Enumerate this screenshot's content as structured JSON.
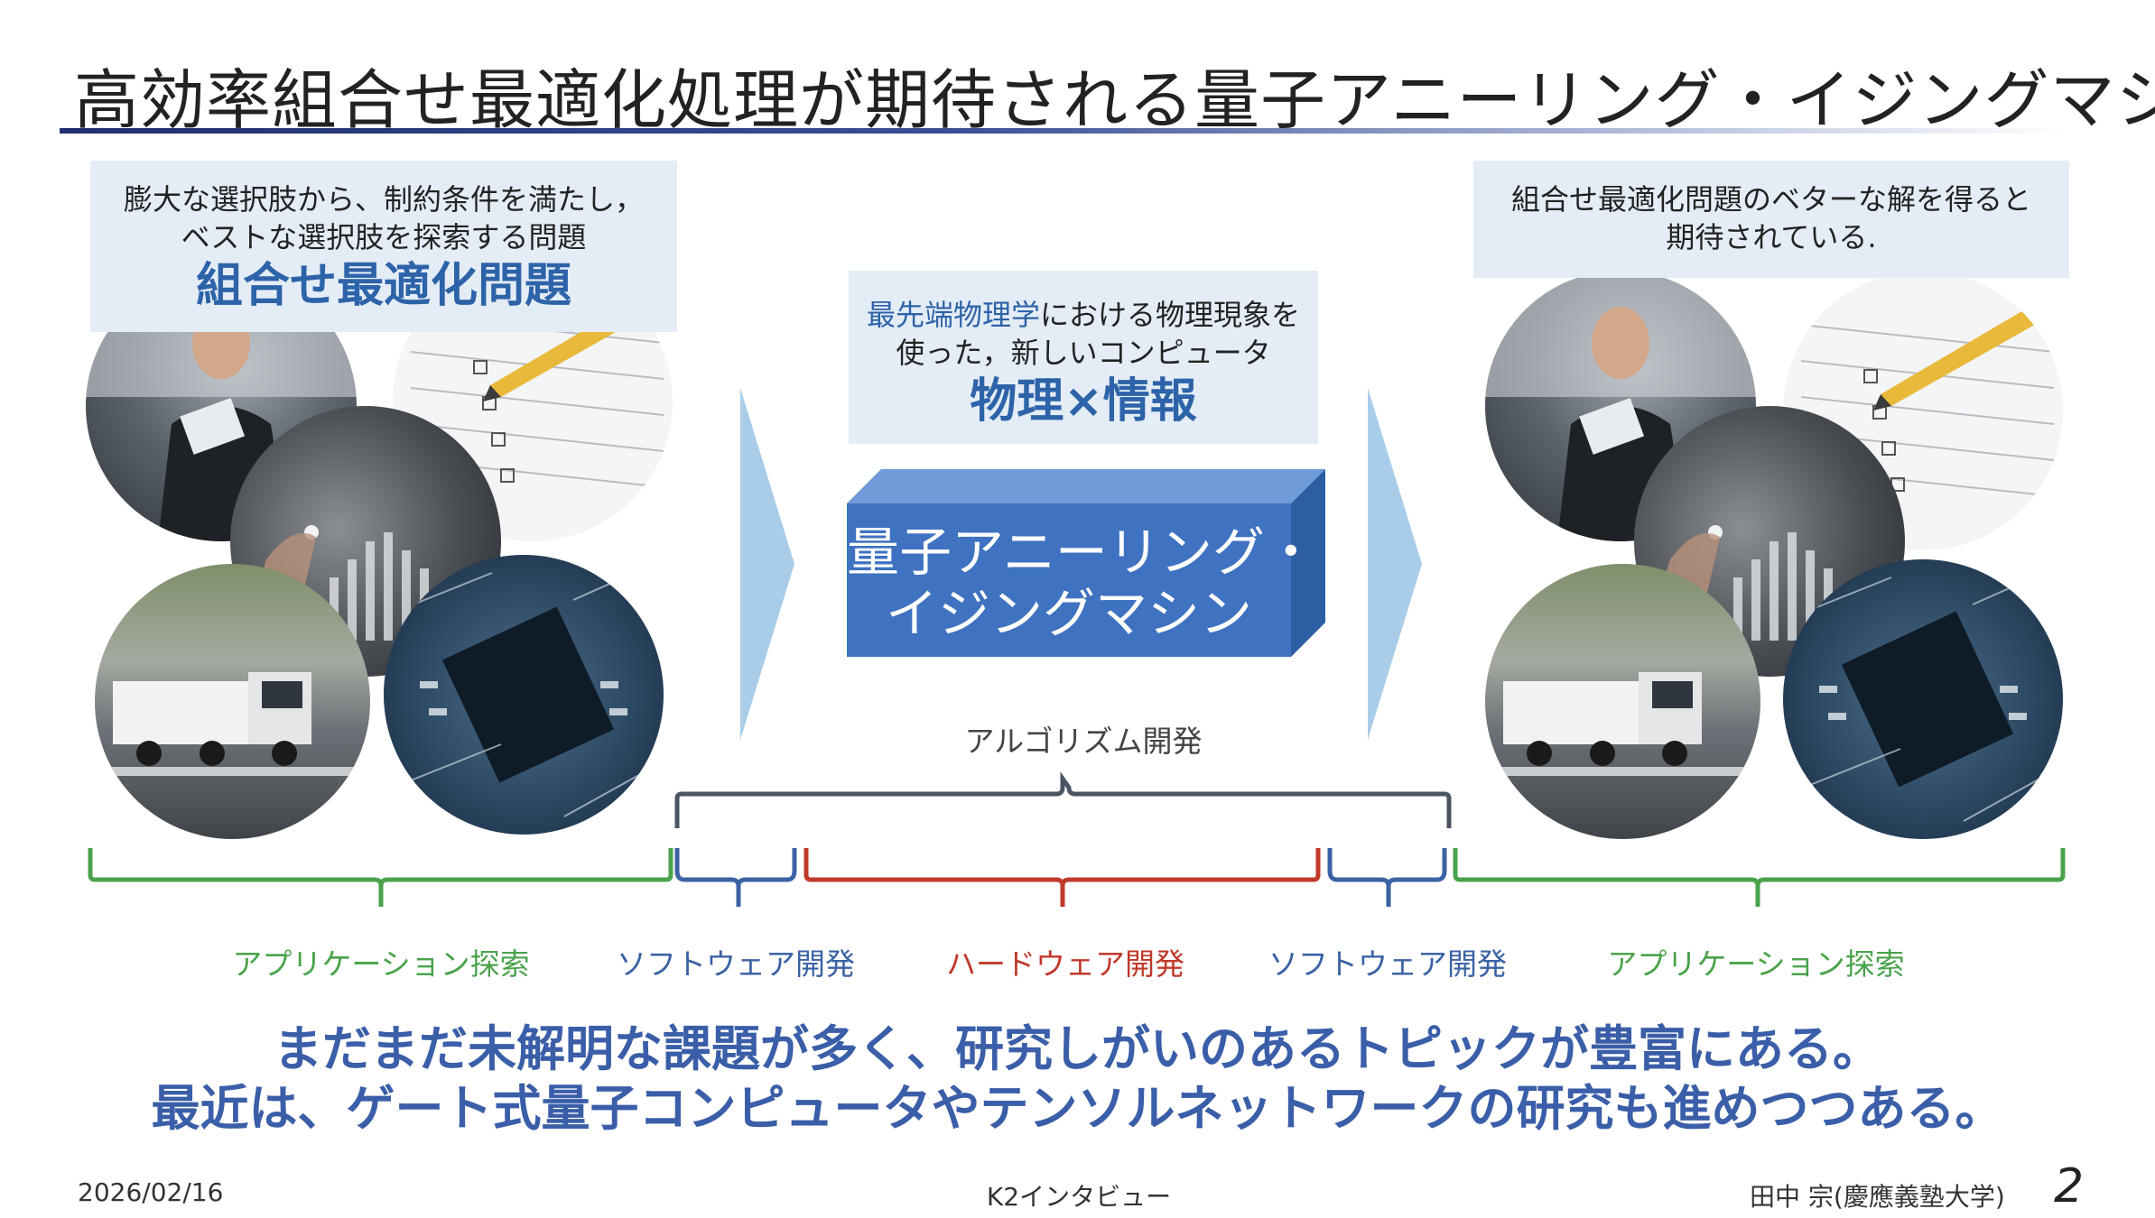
{
  "title": "高効率組合せ最適化処理が期待される量子アニーリング・イジングマシン",
  "left_panel": {
    "line1": "膨大な選択肢から、制約条件を満たし，",
    "line2": "ベストな選択肢を探索する問題",
    "big": "組合せ最適化問題"
  },
  "center_panel": {
    "line1_highlight": "最先端物理学",
    "line1_rest": "における物理現象を",
    "line2": "使った，新しいコンピュータ",
    "big": "物理×情報"
  },
  "right_panel": {
    "line1": "組合せ最適化問題のベターな解を得ると",
    "line2": "期待されている."
  },
  "machine_box": {
    "line1": "量子アニーリング・",
    "line2": "イジングマシン"
  },
  "algorithm_label": "アルゴリズム開発",
  "brace_labels": {
    "app_left": "アプリケーション探索",
    "soft_left": "ソフトウェア開発",
    "hard": "ハードウェア開発",
    "soft_right": "ソフトウェア開発",
    "app_right": "アプリケーション探索"
  },
  "message": {
    "line1": "まだまだ未解明な課題が多く、研究しがいのあるトピックが豊富にある。",
    "line2": "最近は、ゲート式量子コンピュータやテンソルネットワークの研究も進めつつある。"
  },
  "footer": {
    "date": "2026/02/16",
    "center": "K2インタビュー",
    "author": "田中 宗(慶應義塾大学)",
    "page": "2"
  },
  "colors": {
    "accent_blue": "#2d63a8",
    "brace_green": "#4aa34c",
    "brace_blue": "#3b62a4",
    "brace_red": "#c0392b",
    "brace_gray": "#4a5563",
    "panel_bg": "#e4ecf6",
    "box_front": "#3f72c0"
  }
}
